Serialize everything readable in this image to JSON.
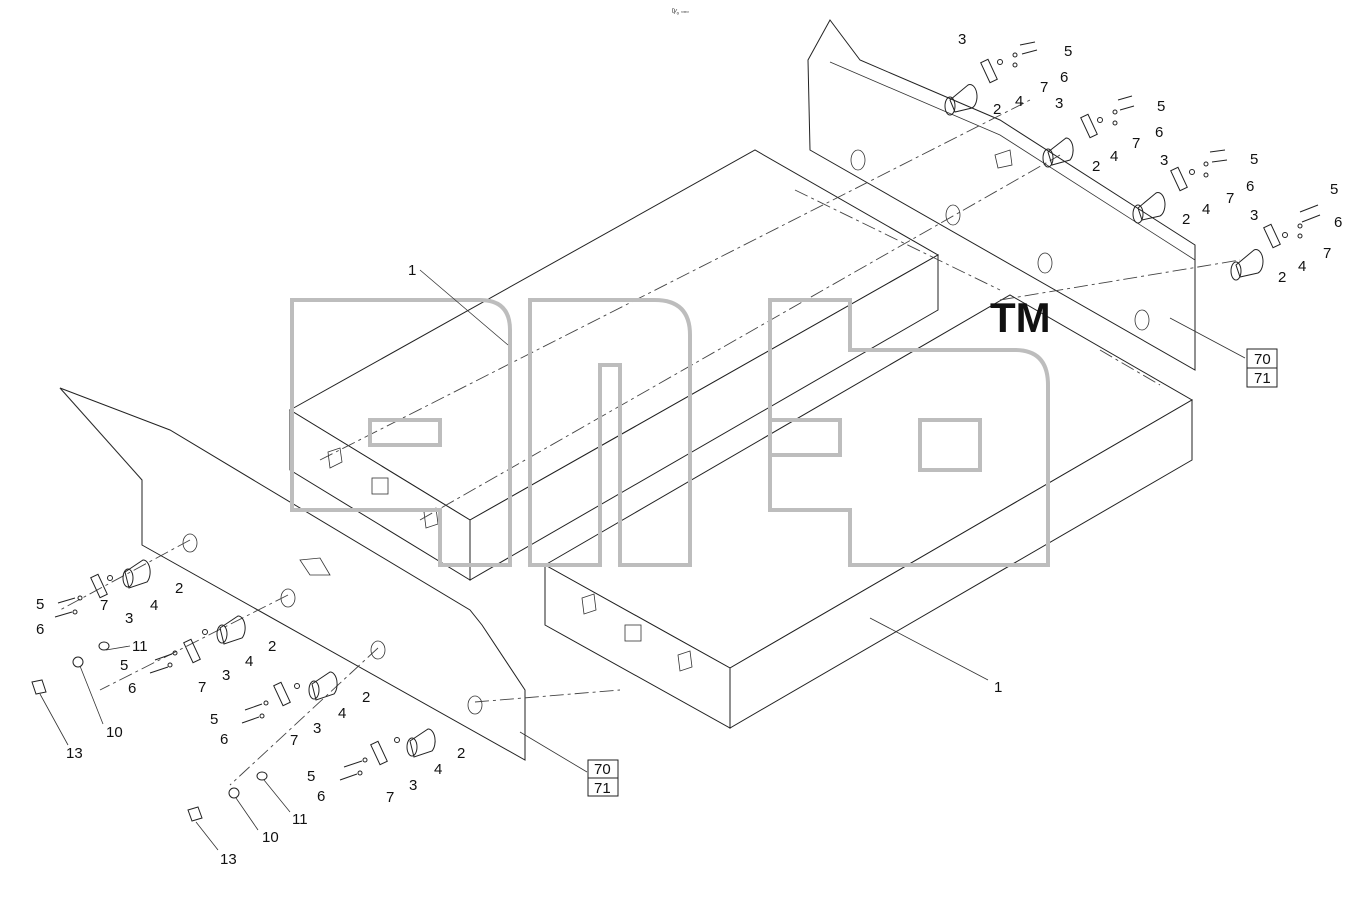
{
  "header": {
    "mark": "ᴰ⁄₀ ▫▫▫"
  },
  "watermark": {
    "letters": "amd",
    "trademark": "TM"
  },
  "labels": {
    "n1": "1",
    "n2": "2",
    "n3": "3",
    "n4": "4",
    "n5": "5",
    "n6": "6",
    "n7": "7",
    "n10": "10",
    "n11": "11",
    "n13": "13",
    "ref70": "70",
    "ref71": "71"
  },
  "colors": {
    "line": "#222222",
    "watermark": "#bdbdbd",
    "background": "#ffffff"
  }
}
